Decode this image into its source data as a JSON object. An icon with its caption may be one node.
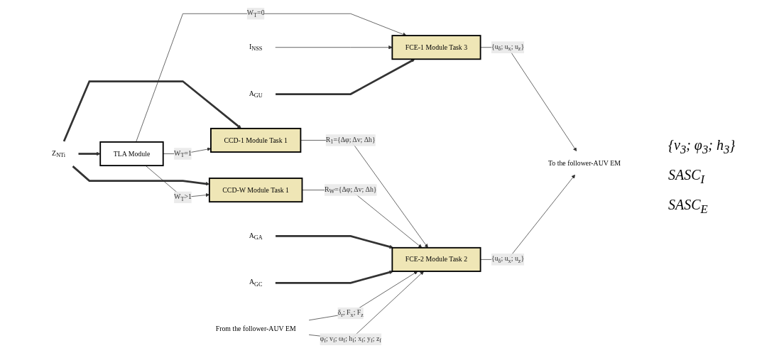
{
  "diagram": {
    "nodes": [
      {
        "text": [
          "Z$_{NTi}$"
        ]
      },
      {
        "text": [
          "TLA Module"
        ]
      },
      {
        "text": [
          "CCD-1 Module Task 1"
        ]
      },
      {
        "text": [
          "CCD-W Module Task 1"
        ]
      },
      {
        "text": [
          "FCE-1 Module Task 3"
        ]
      },
      {
        "text": [
          "FCE-2 Module Task 2"
        ]
      },
      {
        "text": [
          "I$_{NSS}$"
        ]
      },
      {
        "text": [
          "A$_{GU}$"
        ]
      },
      {
        "text": [
          "A$_{GA}$"
        ]
      },
      {
        "text": [
          "A$_{GC}$"
        ]
      },
      {
        "text": [
          "To the follower-AUV EM"
        ]
      },
      {
        "text": [
          "From the follower-AUV EM"
        ]
      }
    ],
    "edges": [
      {
        "from": 0,
        "to": 1,
        "arrow": "to",
        "style": "thick"
      },
      {
        "from": 0,
        "to": 2,
        "arrow": "to",
        "style": "thick"
      },
      {
        "from": 0,
        "to": 3,
        "arrow": "to",
        "style": "thick"
      },
      {
        "from": 1,
        "to": 4,
        "arrow": "to",
        "label": "W$_{T}$=0"
      },
      {
        "from": 1,
        "to": 2,
        "arrow": "to",
        "label": "W$_{T}$=1"
      },
      {
        "from": 1,
        "to": 3,
        "arrow": "to",
        "label": "W$_{T}$>1"
      },
      {
        "from": 2,
        "to": 5,
        "arrow": "to",
        "label": "R$_{1}$={Δφ; Δv; Δh}"
      },
      {
        "from": 3,
        "to": 5,
        "arrow": "to",
        "label": "R$_{W}$={Δφ; Δv; Δh}"
      },
      {
        "from": 6,
        "to": 4,
        "arrow": "to"
      },
      {
        "from": 7,
        "to": 4,
        "arrow": "to",
        "style": "thick"
      },
      {
        "from": 8,
        "to": 5,
        "arrow": "to",
        "style": "thick"
      },
      {
        "from": 9,
        "to": 5,
        "arrow": "to",
        "style": "thick"
      },
      {
        "from": 4,
        "to": 10,
        "arrow": "to",
        "label": "{u$_{δ}$; u$_{x}$; u$_{z}$}"
      },
      {
        "from": 5,
        "to": 10,
        "arrow": "to",
        "label": "{u$_{δ}$; u$_{x}$; u$_{z}$}"
      },
      {
        "from": 11,
        "to": 5,
        "arrow": "to",
        "label": "δ$_{r}$; F$_{x}$; F$_{z}$"
      },
      {
        "from": 11,
        "to": 5,
        "arrow": "to",
        "label": "φ$_{f}$; v$_{f}$; ω$_{f}$; h$_{f}$; x$_{f}$; y$_{f}$; z$_{f}$"
      }
    ],
    "labels": [
      "{v$_{3}$; φ$_{3}$; h$_{3}$}",
      "SASC$_{I}$",
      "SASC$_{E}$"
    ]
  }
}
